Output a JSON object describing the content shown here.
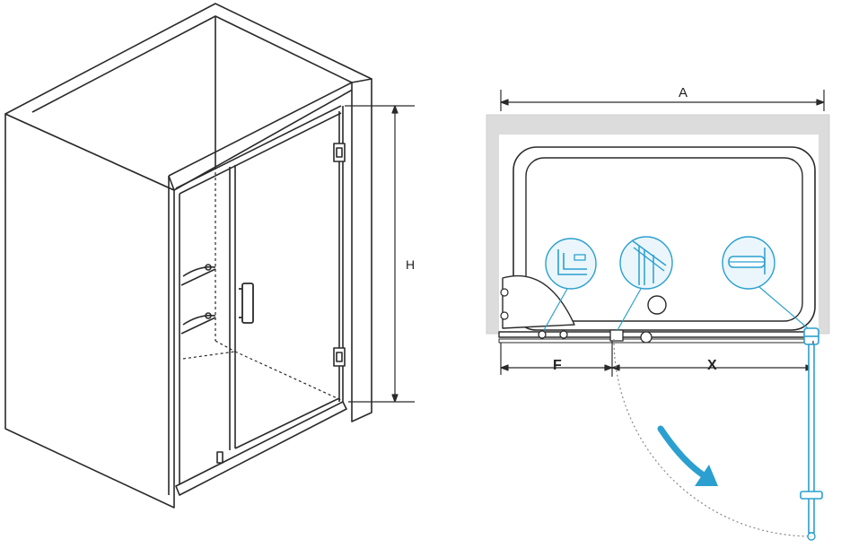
{
  "left_view": {
    "dimension_label": "H"
  },
  "right_view": {
    "width_label": "A",
    "fixed_panel_label": "F",
    "door_opening_label": "X"
  },
  "colors": {
    "line": "#2a2a2a",
    "wall_gray": "#dcdcdc",
    "accent_blue": "#2a9fd0",
    "callout_fill": "#eaf6fb"
  },
  "icons": [
    "wall-profile-detail",
    "hinge-detail",
    "glass-clamp-detail",
    "swing-arrow"
  ]
}
